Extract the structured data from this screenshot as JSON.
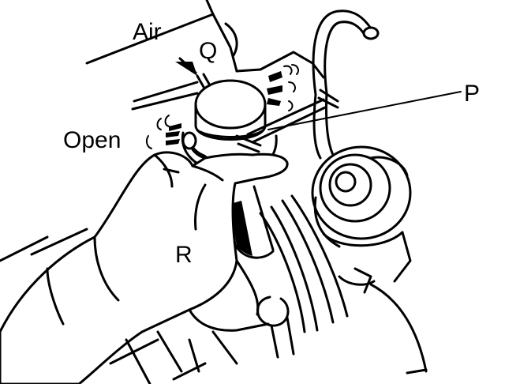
{
  "labels": {
    "air": "Air",
    "q": "Q",
    "p": "P",
    "open": "Open",
    "r": "R"
  },
  "colors": {
    "ink": "#000000",
    "paper": "#ffffff"
  }
}
